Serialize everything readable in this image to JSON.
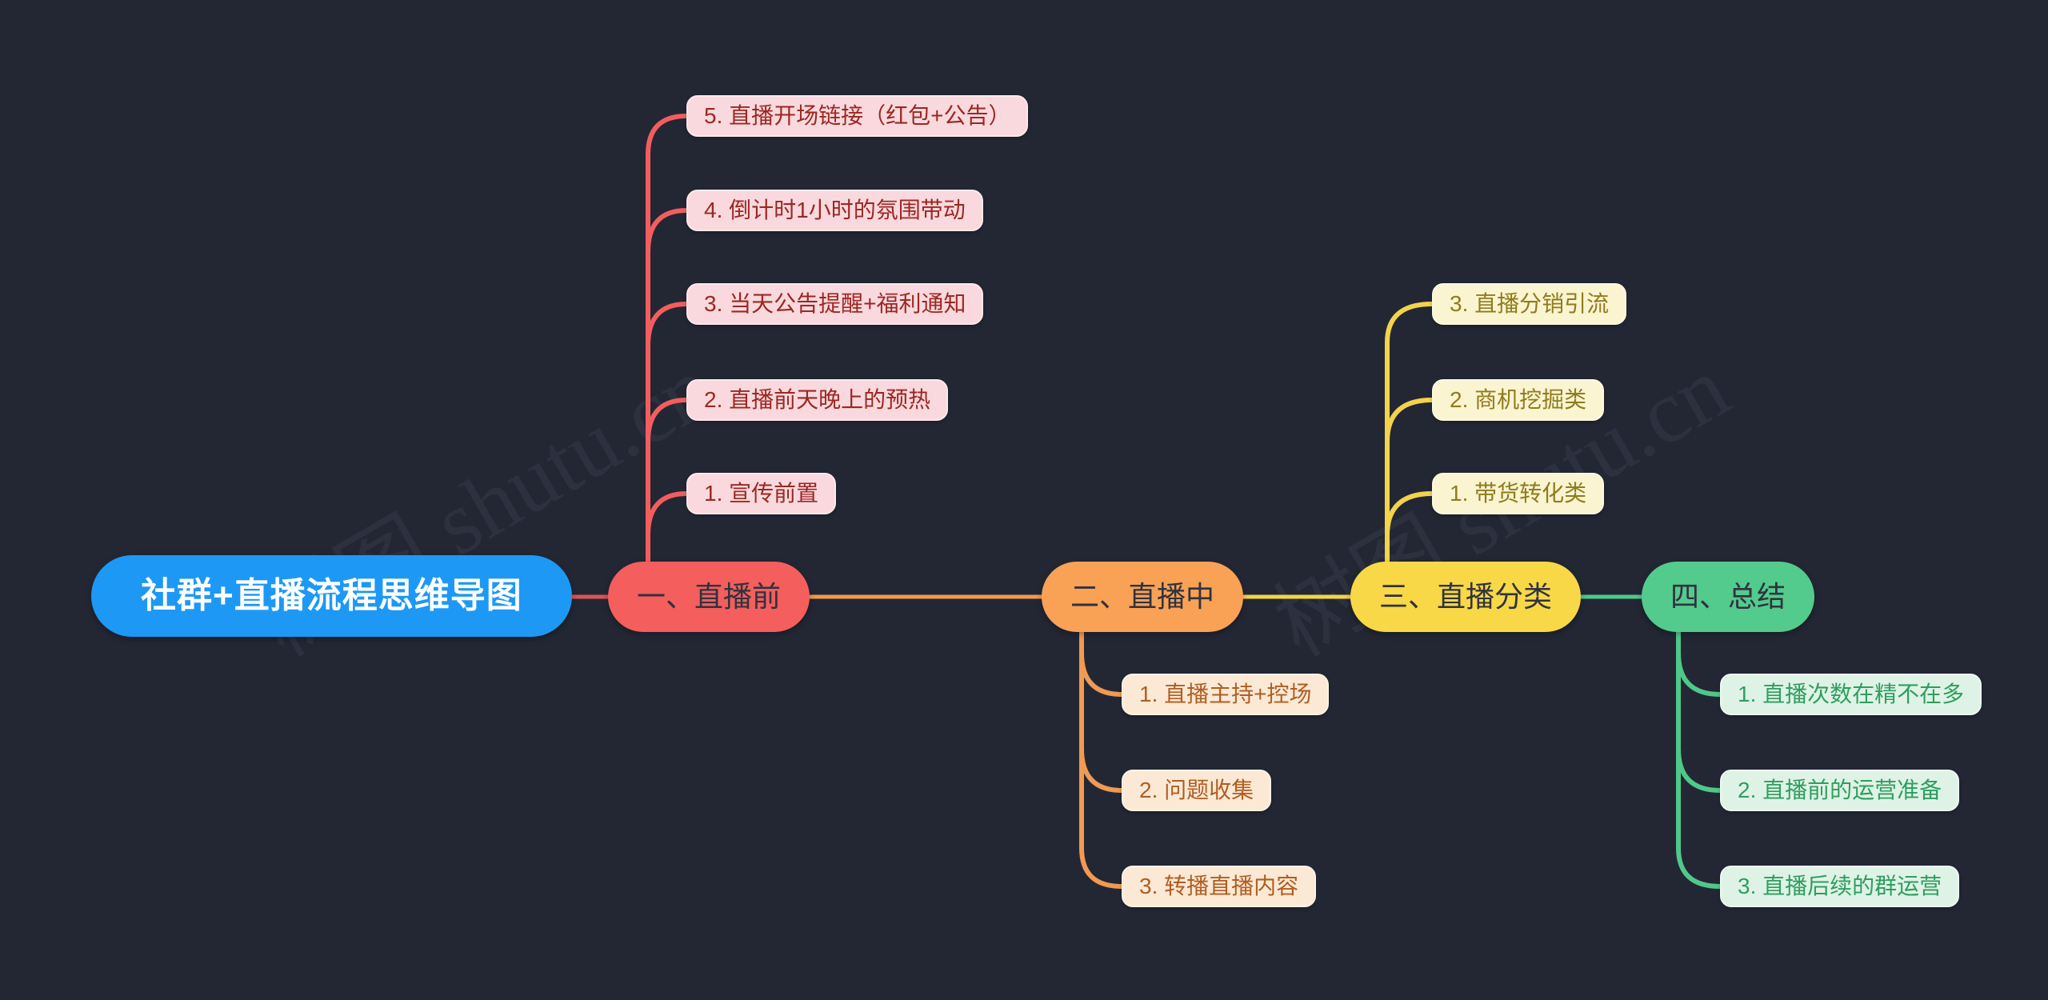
{
  "canvas": {
    "background": "#232734"
  },
  "watermark": {
    "text": "树图 shutu.cn"
  },
  "root": {
    "label": "社群+直播流程思维导图",
    "color": "#1e98f5",
    "text_color": "#ffffff"
  },
  "branches": [
    {
      "label": "一、直播前",
      "color": "#f45e5d",
      "child_bg": "#f9d9dd",
      "child_text_color": "#9c2723",
      "children": [
        {
          "label": "5. 直播开场链接（红包+公告）"
        },
        {
          "label": "4. 倒计时1小时的氛围带动"
        },
        {
          "label": "3. 当天公告提醒+福利通知"
        },
        {
          "label": "2. 直播前天晚上的预热"
        },
        {
          "label": "1. 宣传前置"
        }
      ]
    },
    {
      "label": "二、直播中",
      "color": "#f9a155",
      "child_bg": "#fbe9d5",
      "child_text_color": "#b05e23",
      "children": [
        {
          "label": "1. 直播主持+控场"
        },
        {
          "label": "2. 问题收集"
        },
        {
          "label": "3. 转播直播内容"
        }
      ]
    },
    {
      "label": "三、直播分类",
      "color": "#f8d847",
      "child_bg": "#faf4d0",
      "child_text_color": "#8f7c1e",
      "children": [
        {
          "label": "3. 直播分销引流"
        },
        {
          "label": "2. 商机挖掘类"
        },
        {
          "label": "1. 带货转化类"
        }
      ]
    },
    {
      "label": "四、总结",
      "color": "#53cb8d",
      "child_bg": "#def3e6",
      "child_text_color": "#2f9e5f",
      "children": [
        {
          "label": "1. 直播次数在精不在多"
        },
        {
          "label": "2. 直播前的运营准备"
        },
        {
          "label": "3. 直播后续的群运营"
        }
      ]
    }
  ]
}
